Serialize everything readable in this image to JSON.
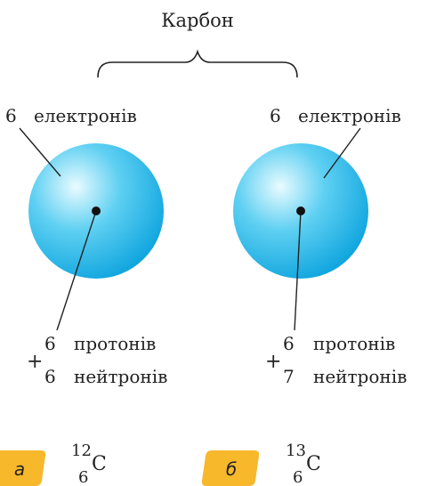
{
  "element_name": "Карбон",
  "colors": {
    "sphere_light": "#e9fbff",
    "sphere_mid": "#5fd0f2",
    "sphere_dark": "#11a6df",
    "tag_fill": "#f7b82b",
    "line": "#222222"
  },
  "atoms": [
    {
      "electrons_count": "6",
      "electrons_label": "електронів",
      "plus_sign": "+",
      "protons_count": "6",
      "protons_label": "протонів",
      "neutrons_count": "6",
      "neutrons_label": "нейтронів",
      "tag": "а",
      "mass_number": "12",
      "atomic_number": "6",
      "symbol": "C"
    },
    {
      "electrons_count": "6",
      "electrons_label": "електронів",
      "plus_sign": "+",
      "protons_count": "6",
      "protons_label": "протонів",
      "neutrons_count": "7",
      "neutrons_label": "нейтронів",
      "tag": "б",
      "mass_number": "13",
      "atomic_number": "6",
      "symbol": "C"
    }
  ]
}
